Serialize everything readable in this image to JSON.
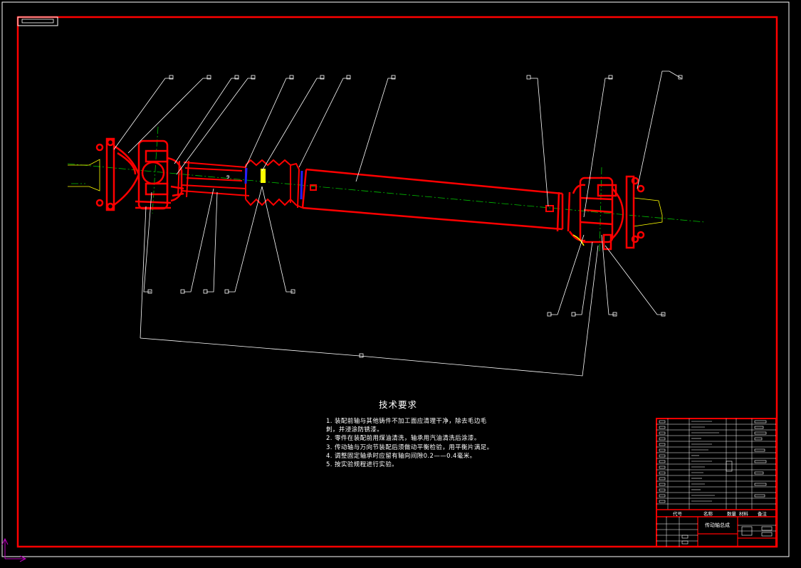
{
  "tech_requirements": {
    "title": "技术要求",
    "items": [
      "1. 装配前轴与其他铸件不加工面应清理干净，除去毛边毛刺，并浸涂防锈漆。",
      "2. 零件在装配前用煤油清洗，轴承用汽油清洗后涂漆。",
      "3. 传动轴与万向节装配后须做动平衡检验，用平衡片满足。",
      "4. 调整固定轴承时应留有轴向间隙0.2——0.4毫米。",
      "5. 按实验规程进行实验。"
    ]
  },
  "title_block": {
    "drawing_name": "传动轴总成",
    "header_row": [
      "代号",
      "名称",
      "数量",
      "材料",
      "备注"
    ]
  },
  "colors": {
    "frame": "#ff0000",
    "leader": "#ffffff",
    "centerline": "#00c000",
    "yoke_detail": "#ffff00",
    "clamp": "#2020ff",
    "ucs": "#c000c0"
  }
}
